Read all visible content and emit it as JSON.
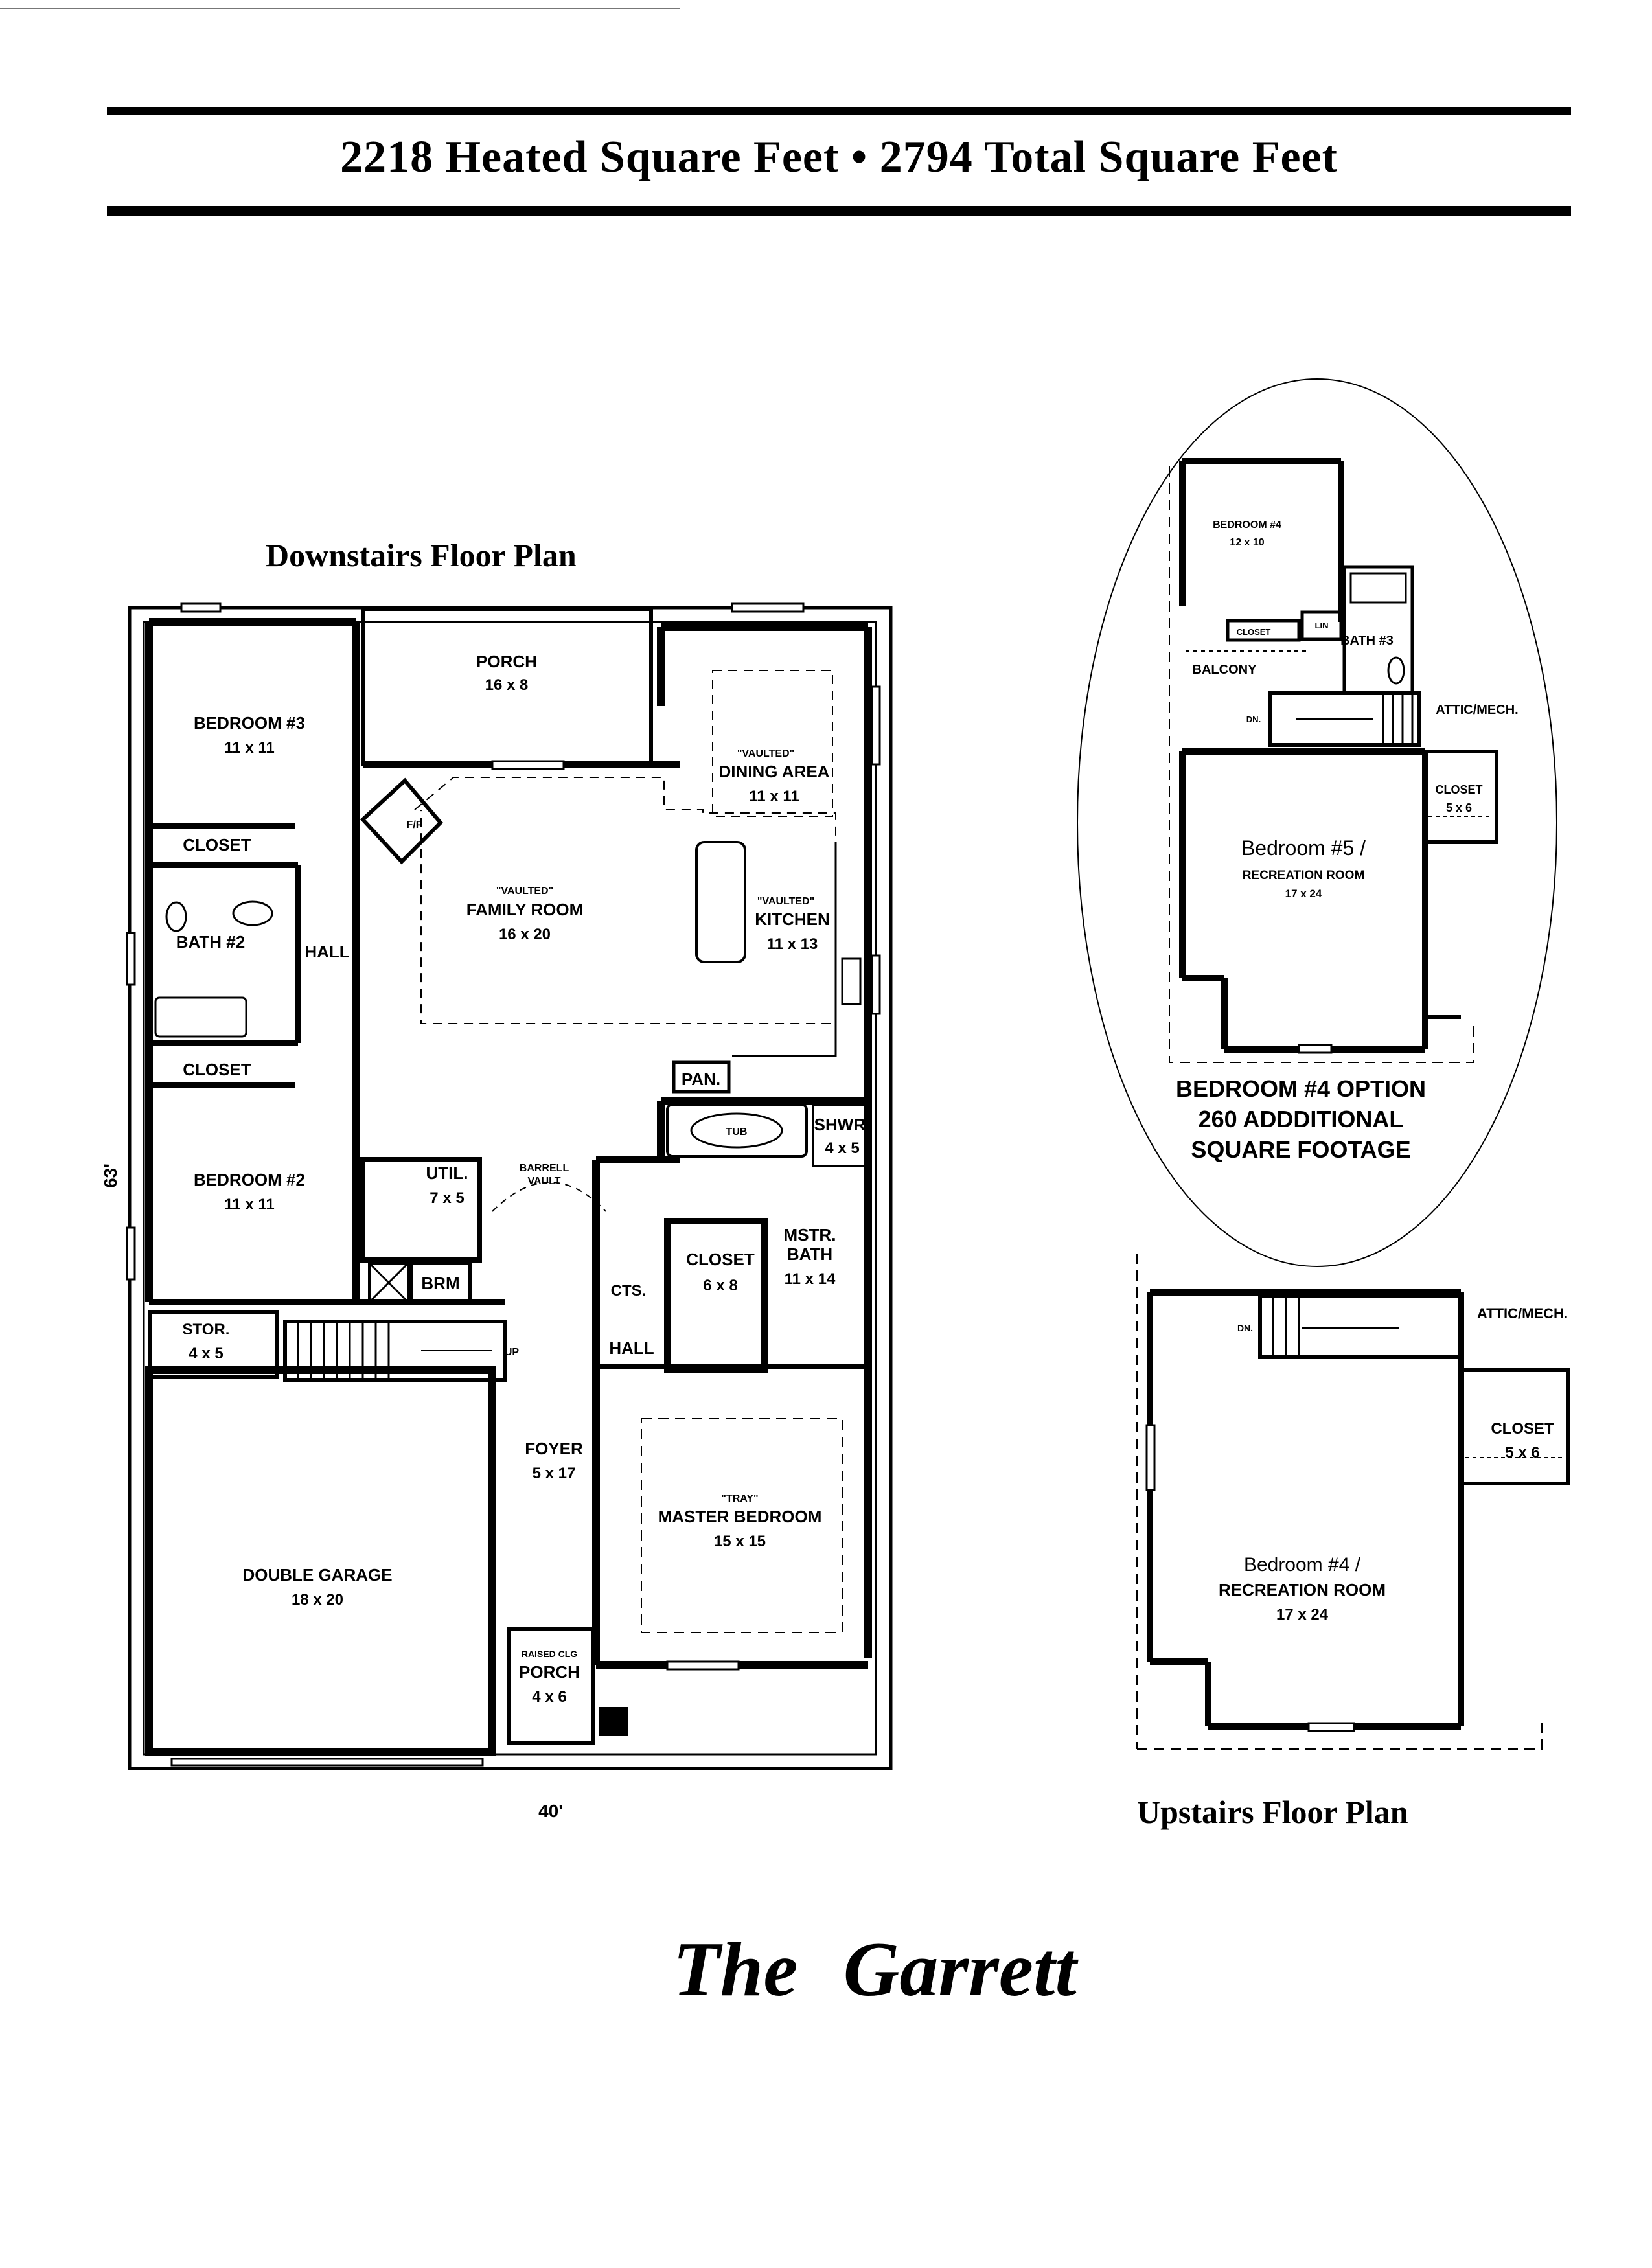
{
  "header": {
    "heated_sqft": "2218",
    "heated_label": "Heated Square Feet",
    "separator": "•",
    "total_sqft": "2794",
    "total_label": "Total Square Feet"
  },
  "downstairs": {
    "title": "Downstairs Floor Plan",
    "width_dim": "40'",
    "depth_dim": "63'",
    "rooms": {
      "porch": {
        "name": "PORCH",
        "size": "16 x 8"
      },
      "bedroom3": {
        "name": "BEDROOM #3",
        "size": "11 x 11"
      },
      "dining": {
        "note": "\"VAULTED\"",
        "name": "DINING AREA",
        "size": "11 x 11"
      },
      "closet_top": {
        "name": "CLOSET"
      },
      "fp": {
        "name": "F/P"
      },
      "family": {
        "note": "\"VAULTED\"",
        "name": "FAMILY ROOM",
        "size": "16 x 20"
      },
      "kitchen": {
        "note": "\"VAULTED\"",
        "name": "KITCHEN",
        "size": "11 x 13"
      },
      "bath2": {
        "name": "BATH #2"
      },
      "hall_left": {
        "name": "HALL"
      },
      "pan": {
        "name": "PAN."
      },
      "closet_mid": {
        "name": "CLOSET"
      },
      "tub": {
        "name": "TUB"
      },
      "shwr": {
        "name": "SHWR.",
        "size": "4 x 5"
      },
      "bedroom2": {
        "name": "BEDROOM #2",
        "size": "11 x 11"
      },
      "util": {
        "name": "UTIL.",
        "size": "7 x 5"
      },
      "barrell": {
        "name": "BARRELL",
        "name2": "VAULT"
      },
      "mcloset": {
        "name": "CLOSET",
        "size": "6 x 8"
      },
      "mbath": {
        "name": "MSTR.",
        "name2": "BATH",
        "size": "11 x 14"
      },
      "brm": {
        "name": "BRM"
      },
      "cts": {
        "name": "CTS."
      },
      "stor": {
        "name": "STOR.",
        "size": "4 x 5"
      },
      "up": {
        "name": "UP"
      },
      "hall_right": {
        "name": "HALL"
      },
      "foyer": {
        "name": "FOYER",
        "size": "5 x 17"
      },
      "master": {
        "note": "\"TRAY\"",
        "name": "MASTER BEDROOM",
        "size": "15 x 15"
      },
      "garage": {
        "name": "DOUBLE GARAGE",
        "size": "18 x 20"
      },
      "front_porch": {
        "note": "RAISED CLG",
        "name": "PORCH",
        "size": "4 x 6"
      }
    }
  },
  "option": {
    "rooms": {
      "bedroom4": {
        "name": "BEDROOM #4",
        "size": "12 x 10"
      },
      "closet": {
        "name": "CLOSET"
      },
      "lin": {
        "name": "LIN"
      },
      "bath3": {
        "name": "BATH #3"
      },
      "balcony": {
        "name": "BALCONY"
      },
      "dn": {
        "name": "DN."
      },
      "attic": {
        "name": "ATTIC/MECH."
      },
      "closet2": {
        "name": "CLOSET",
        "size": "5 x 6"
      },
      "bedroom5": {
        "name": "Bedroom #5 /",
        "name2": "RECREATION ROOM",
        "size": "17 x 24"
      }
    },
    "caption": [
      "BEDROOM #4 OPTION",
      "260 ADDDITIONAL",
      "SQUARE FOOTAGE"
    ]
  },
  "upstairs": {
    "title": "Upstairs Floor Plan",
    "rooms": {
      "dn": {
        "name": "DN."
      },
      "attic": {
        "name": "ATTIC/MECH."
      },
      "closet": {
        "name": "CLOSET",
        "size": "5 x 6"
      },
      "bedroom4": {
        "name": "Bedroom #4 /",
        "name2": "RECREATION ROOM",
        "size": "17 x 24"
      }
    }
  },
  "plan_name": {
    "the": "The",
    "name": "Garrett"
  }
}
